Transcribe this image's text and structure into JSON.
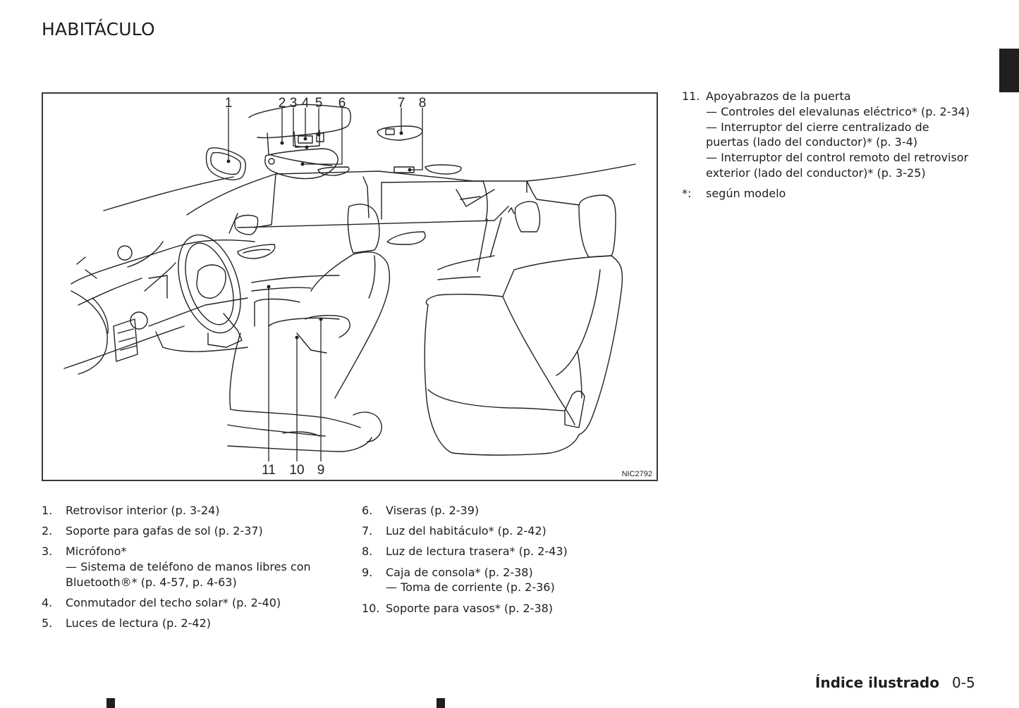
{
  "header": {
    "title": "HABITÁCULO"
  },
  "figure": {
    "figure_id": "NIC2792",
    "callouts": {
      "c1": "1",
      "c2": "2",
      "c3": "3",
      "c4": "4",
      "c5": "5",
      "c6": "6",
      "c7": "7",
      "c8": "8",
      "c9": "9",
      "c10": "10",
      "c11": "11"
    }
  },
  "legend_left": [
    {
      "num": "1.",
      "lines": [
        "Retrovisor interior (p. 3-24)"
      ]
    },
    {
      "num": "2.",
      "lines": [
        "Soporte para gafas de sol (p. 2-37)"
      ]
    },
    {
      "num": "3.",
      "lines": [
        "Micrófono*",
        "— Sistema de teléfono de manos libres con",
        "Bluetooth®* (p. 4-57, p. 4-63)"
      ]
    },
    {
      "num": "4.",
      "lines": [
        "Conmutador del techo solar* (p. 2-40)"
      ]
    },
    {
      "num": "5.",
      "lines": [
        "Luces de lectura (p. 2-42)"
      ]
    }
  ],
  "legend_mid": [
    {
      "num": "6.",
      "lines": [
        "Viseras (p. 2-39)"
      ]
    },
    {
      "num": "7.",
      "lines": [
        "Luz del habitáculo* (p. 2-42)"
      ]
    },
    {
      "num": "8.",
      "lines": [
        "Luz de lectura trasera* (p. 2-43)"
      ]
    },
    {
      "num": "9.",
      "lines": [
        "Caja de consola* (p. 2-38)",
        "— Toma de corriente (p. 2-36)"
      ]
    },
    {
      "num": "10.",
      "lines": [
        "Soporte para vasos* (p. 2-38)"
      ]
    }
  ],
  "legend_right": [
    {
      "num": "11.",
      "lines": [
        "Apoyabrazos de la puerta",
        "— Controles del elevalunas eléctrico* (p. 2-34)",
        "— Interruptor del cierre centralizado de",
        "puertas (lado del conductor)* (p. 3-4)",
        "— Interruptor del control remoto del retrovisor",
        "exterior (lado del conductor)* (p. 3-25)"
      ]
    },
    {
      "num": "*:",
      "lines": [
        "según modelo"
      ]
    }
  ],
  "footer": {
    "section": "Índice ilustrado",
    "page": "0-5"
  },
  "colors": {
    "text": "#1f1d1e",
    "tab": "#231f20",
    "border": "#3a3a3a"
  }
}
